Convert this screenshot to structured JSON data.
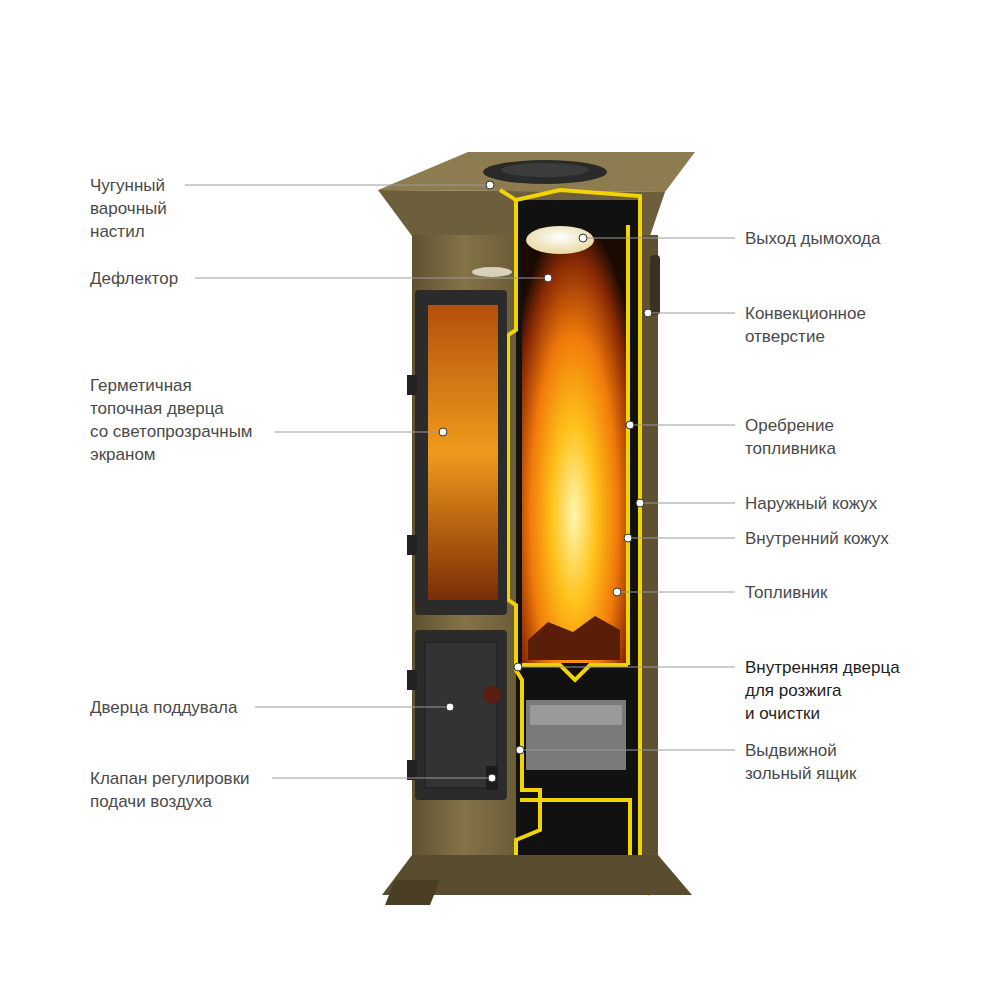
{
  "diagram": {
    "labels": [
      "Чугунный варочный настил",
      "Дефлектор",
      "Герметичная топочная дверца со светопрозрачным экраном",
      "Дверца поддувала",
      "Клапан регулировки подачи воздуха",
      "Выход дымохода",
      "Конвекционное отверстие",
      "Оребрение топливника",
      "Наружный кожух",
      "Внутренний кожух",
      "Топливник",
      "Внутренняя дверца для розжига и очистки",
      "Выдвижной зольный ящик"
    ]
  }
}
